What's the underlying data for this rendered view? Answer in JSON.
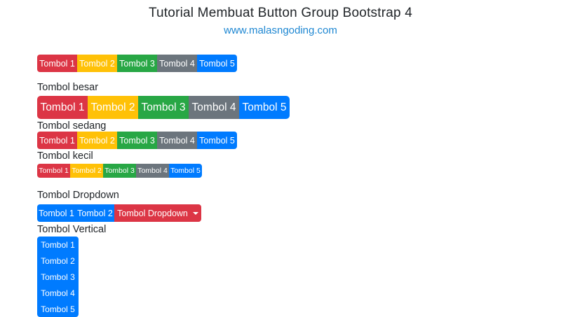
{
  "header": {
    "title": "Tutorial Membuat Button Group Bootstrap 4",
    "link": "www.malasngoding.com"
  },
  "colors": {
    "danger": "#dc3545",
    "warning": "#ffc107",
    "success": "#28a745",
    "secondary": "#6c757d",
    "primary": "#007bff",
    "link_blue": "#1e87d2",
    "text_dark": "#212529",
    "button_text": "#ffffff"
  },
  "groups": {
    "default": {
      "buttons": [
        "Tombol 1",
        "Tombol 2",
        "Tombol 3",
        "Tombol 4",
        "Tombol 5"
      ]
    },
    "besar": {
      "label": "Tombol besar",
      "buttons": [
        "Tombol 1",
        "Tombol 2",
        "Tombol 3",
        "Tombol 4",
        "Tombol 5"
      ]
    },
    "sedang": {
      "label": "Tombol sedang",
      "buttons": [
        "Tombol 1",
        "Tombol 2",
        "Tombol 3",
        "Tombol 4",
        "Tombol 5"
      ]
    },
    "kecil": {
      "label": "Tombol kecil",
      "buttons": [
        "Tombol 1",
        "Tombol 2",
        "Tombol 3",
        "Tombol 4",
        "Tombol 5"
      ]
    },
    "dropdown": {
      "label": "Tombol Dropdown",
      "buttons": [
        "Tombol 1",
        "Tombol 2"
      ],
      "dropdown_label": "Tombol Dropdown"
    },
    "vertical": {
      "label": "Tombol Vertical",
      "buttons": [
        "Tombol 1",
        "Tombol 2",
        "Tombol 3",
        "Tombol 4",
        "Tombol 5"
      ]
    }
  }
}
